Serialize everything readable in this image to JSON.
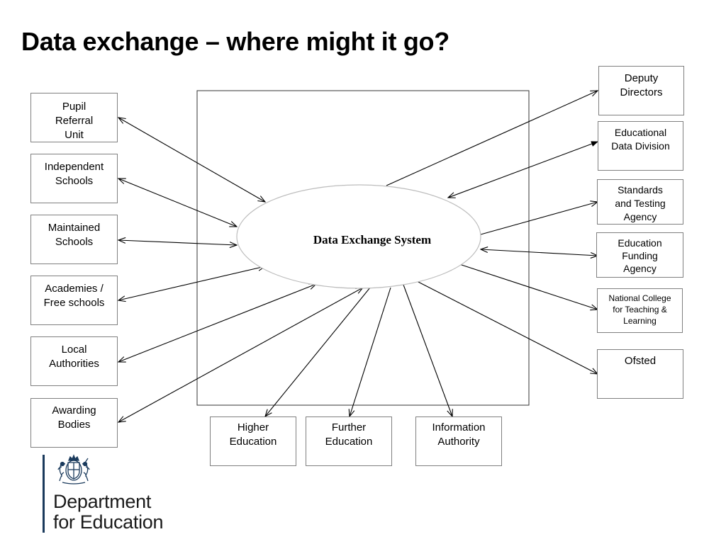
{
  "slide": {
    "title": "Data exchange – where might it go?"
  },
  "diagram": {
    "center_label": "Data Exchange System",
    "left_nodes": [
      {
        "id": "pupil-referral-unit",
        "lines": [
          "Pupil",
          "Referral",
          "Unit"
        ]
      },
      {
        "id": "independent-schools",
        "lines": [
          "Independent",
          "Schools"
        ]
      },
      {
        "id": "maintained-schools",
        "lines": [
          "Maintained",
          "Schools"
        ]
      },
      {
        "id": "academies-free-schools",
        "lines": [
          "Academies /",
          "Free schools"
        ]
      },
      {
        "id": "local-authorities",
        "lines": [
          "Local",
          "Authorities"
        ]
      },
      {
        "id": "awarding-bodies",
        "lines": [
          "Awarding",
          "Bodies"
        ]
      }
    ],
    "right_nodes": [
      {
        "id": "deputy-directors",
        "lines": [
          "Deputy",
          "Directors"
        ]
      },
      {
        "id": "educational-data-division",
        "lines": [
          "Educational",
          "Data Division"
        ]
      },
      {
        "id": "standards-testing-agency",
        "lines": [
          "Standards",
          "and Testing",
          "Agency"
        ]
      },
      {
        "id": "education-funding-agency",
        "lines": [
          "Education",
          "Funding",
          "Agency"
        ]
      },
      {
        "id": "national-college",
        "lines": [
          "National College",
          "for Teaching &",
          "Learning"
        ]
      },
      {
        "id": "ofsted",
        "lines": [
          "Ofsted"
        ]
      }
    ],
    "bottom_nodes": [
      {
        "id": "higher-education",
        "lines": [
          "Higher",
          "Education"
        ]
      },
      {
        "id": "further-education",
        "lines": [
          "Further",
          "Education"
        ]
      },
      {
        "id": "information-authority",
        "lines": [
          "Information",
          "Authority"
        ]
      }
    ]
  },
  "branding": {
    "department_line1": "Department",
    "department_line2": "for Education",
    "logo_color": "#1a3a5c",
    "crest_icon": "royal-coat-of-arms-icon"
  }
}
